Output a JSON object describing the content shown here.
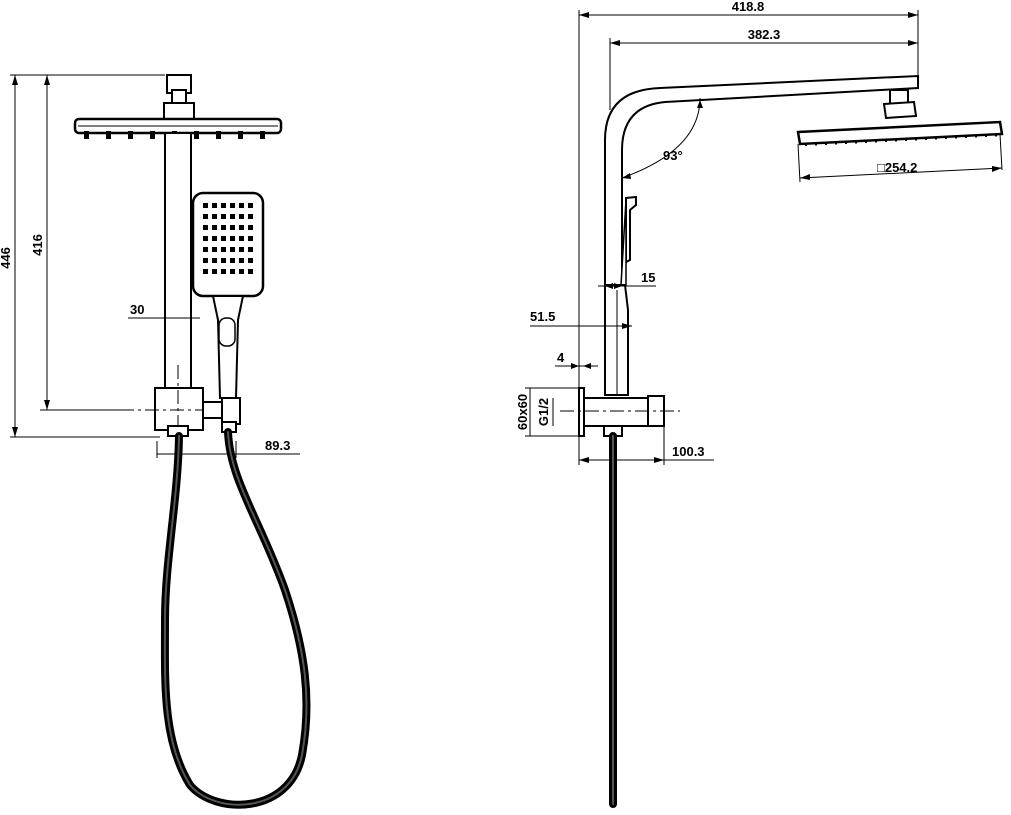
{
  "dimensions": {
    "front_total_height": "446",
    "front_arm_height": "416",
    "front_pipe_width": "30",
    "front_bracket_depth": "89.3",
    "side_total_reach": "418.8",
    "side_arm_reach": "382.3",
    "side_arm_angle": "93°",
    "head_size": "□254.2",
    "handset_thickness": "15",
    "handset_offset": "51.5",
    "plate_thickness": "4",
    "plate_size": "60x60",
    "thread": "G1/2",
    "wall_projection": "100.3"
  },
  "colors": {
    "line": "#000000",
    "background": "#ffffff"
  }
}
